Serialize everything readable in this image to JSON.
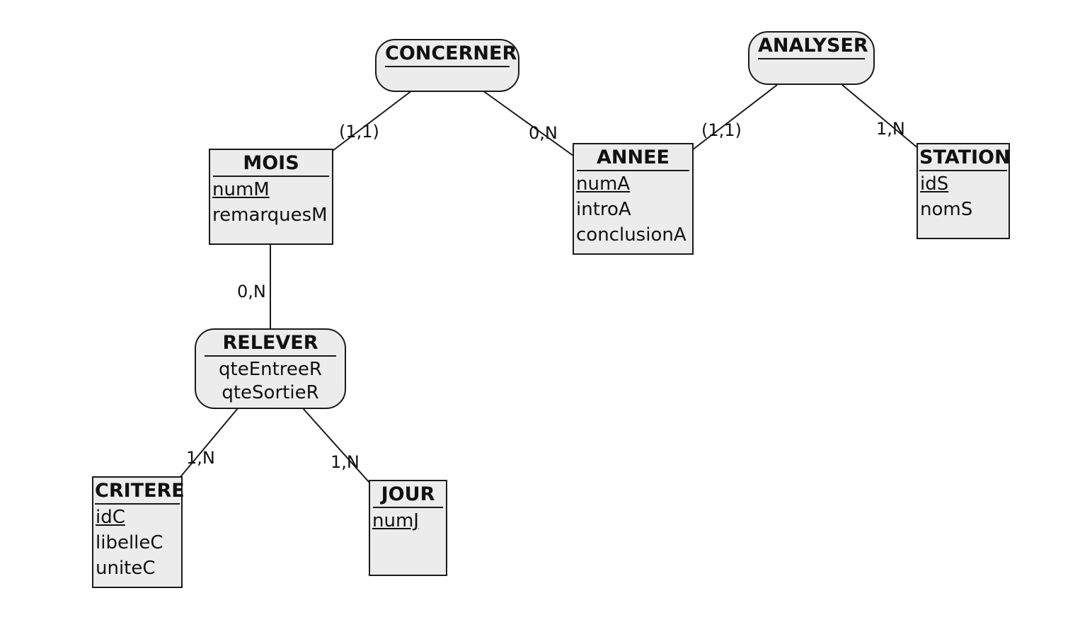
{
  "entities": {
    "mois": {
      "name": "MOIS",
      "key": "numM",
      "attrs": [
        "remarquesM"
      ]
    },
    "annee": {
      "name": "ANNEE",
      "key": "numA",
      "attrs": [
        "introA",
        "conclusionA"
      ]
    },
    "station": {
      "name": "STATION",
      "key": "idS",
      "attrs": [
        "nomS"
      ]
    },
    "critere": {
      "name": "CRITERE",
      "key": "idC",
      "attrs": [
        "libelleC",
        "uniteC"
      ]
    },
    "jour": {
      "name": "JOUR",
      "key": "numJ",
      "attrs": []
    }
  },
  "associations": {
    "concerner": {
      "name": "CONCERNER",
      "attrs": []
    },
    "analyser": {
      "name": "ANALYSER",
      "attrs": []
    },
    "relever": {
      "name": "RELEVER",
      "attrs": [
        "qteEntreeR",
        "qteSortieR"
      ]
    }
  },
  "cardinalities": {
    "concerner_mois": "(1,1)",
    "concerner_annee": "0,N",
    "analyser_annee": "(1,1)",
    "analyser_station": "1,N",
    "relever_mois": "0,N",
    "relever_critere": "1,N",
    "relever_jour": "1,N"
  }
}
